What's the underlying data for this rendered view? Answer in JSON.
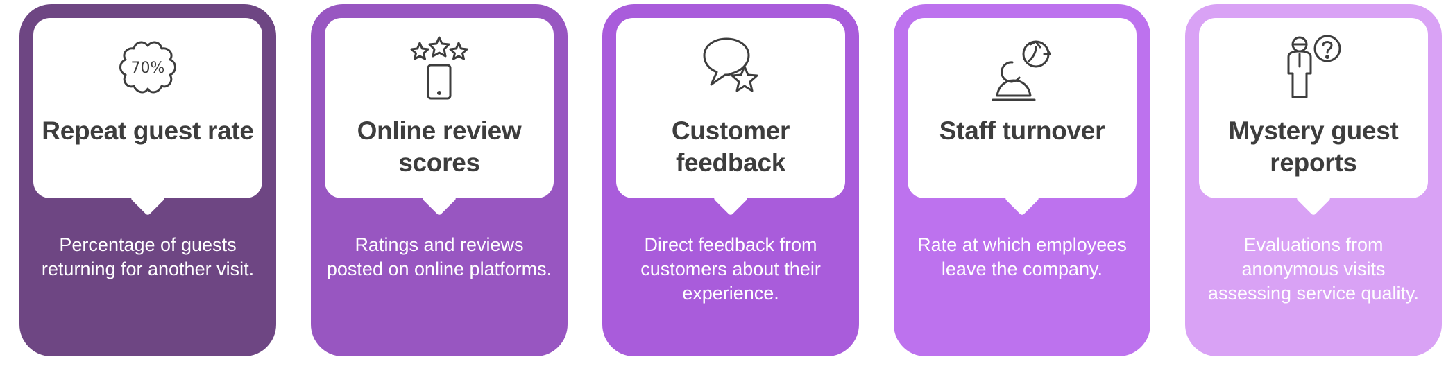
{
  "cards": [
    {
      "title": "Repeat guest rate",
      "description": "Percentage of guests returning for another visit.",
      "icon": "cloud-percentage-icon",
      "icon_text": "70%",
      "color": "#6e4683"
    },
    {
      "title": "Online review scores",
      "description": "Ratings and reviews posted on online platforms.",
      "icon": "phone-stars-icon",
      "color": "#9856c1"
    },
    {
      "title": "Customer feedback",
      "description": "Direct feedback from customers about their experience.",
      "icon": "chat-star-icon",
      "color": "#a95cdb"
    },
    {
      "title": "Staff turnover",
      "description": "Rate at which employees leave the company.",
      "icon": "person-turnover-icon",
      "color": "#bd72ee"
    },
    {
      "title": "Mystery guest reports",
      "description": "Evaluations from anonymous visits assessing service quality.",
      "icon": "person-question-icon",
      "color": "#d9a2f5"
    }
  ]
}
